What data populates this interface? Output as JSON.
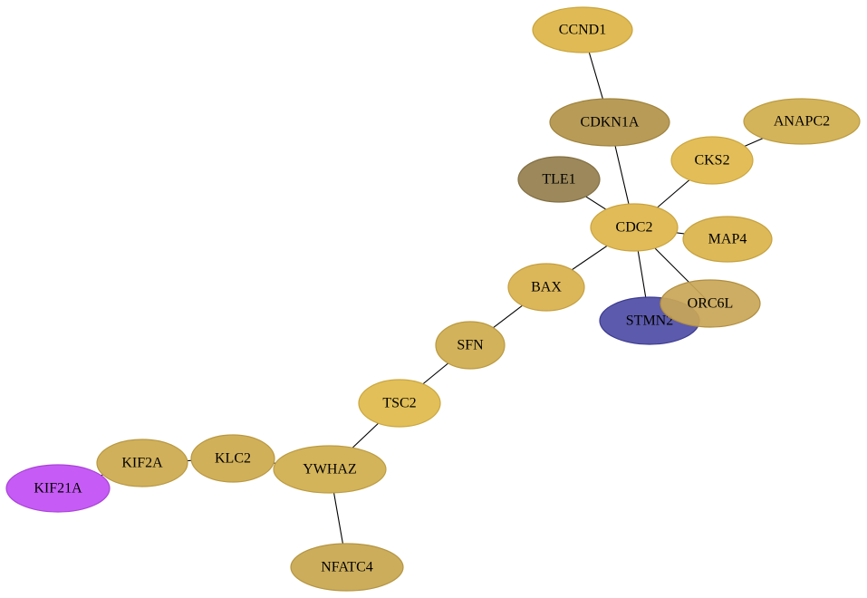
{
  "graph": {
    "nodes": [
      {
        "id": "CCND1",
        "label": "CCND1",
        "fill": "#e0bb55",
        "stroke": "#c9a43c"
      },
      {
        "id": "CDKN1A",
        "label": "CDKN1A",
        "fill": "#b89b57",
        "stroke": "#9f843f"
      },
      {
        "id": "ANAPC2",
        "label": "ANAPC2",
        "fill": "#d4b45a",
        "stroke": "#bc9c42"
      },
      {
        "id": "CKS2",
        "label": "CKS2",
        "fill": "#e3be58",
        "stroke": "#cba63f"
      },
      {
        "id": "TLE1",
        "label": "TLE1",
        "fill": "#9c885a",
        "stroke": "#827044"
      },
      {
        "id": "CDC2",
        "label": "CDC2",
        "fill": "#e1bb57",
        "stroke": "#c9a33f"
      },
      {
        "id": "MAP4",
        "label": "MAP4",
        "fill": "#ddb958",
        "stroke": "#c5a140"
      },
      {
        "id": "BAX",
        "label": "BAX",
        "fill": "#dcb75a",
        "stroke": "#c49f42"
      },
      {
        "id": "STMN2",
        "label": "STMN2",
        "fill": "#5c5aac",
        "stroke": "#3e3c90"
      },
      {
        "id": "ORC6L",
        "label": "ORC6L",
        "fill": "#c9a657",
        "stroke": "#b08e40",
        "opacity": 0.92
      },
      {
        "id": "SFN",
        "label": "SFN",
        "fill": "#d2b25a",
        "stroke": "#ba9a42"
      },
      {
        "id": "TSC2",
        "label": "TSC2",
        "fill": "#e2bf58",
        "stroke": "#caa740"
      },
      {
        "id": "YWHAZ",
        "label": "YWHAZ",
        "fill": "#d4b45a",
        "stroke": "#bc9c42"
      },
      {
        "id": "KLC2",
        "label": "KLC2",
        "fill": "#d1b05a",
        "stroke": "#b99842"
      },
      {
        "id": "KIF2A",
        "label": "KIF2A",
        "fill": "#d0b05a",
        "stroke": "#b89842"
      },
      {
        "id": "KIF21A",
        "label": "KIF21A",
        "fill": "#c65cf5",
        "stroke": "#a844d6"
      },
      {
        "id": "NFATC4",
        "label": "NFATC4",
        "fill": "#ccad5b",
        "stroke": "#b49543"
      }
    ],
    "edges": [
      {
        "source": "CCND1",
        "target": "CDKN1A"
      },
      {
        "source": "CDKN1A",
        "target": "CDC2"
      },
      {
        "source": "ANAPC2",
        "target": "CKS2"
      },
      {
        "source": "CKS2",
        "target": "CDC2"
      },
      {
        "source": "TLE1",
        "target": "CDC2"
      },
      {
        "source": "CDC2",
        "target": "MAP4"
      },
      {
        "source": "CDC2",
        "target": "BAX"
      },
      {
        "source": "CDC2",
        "target": "STMN2"
      },
      {
        "source": "CDC2",
        "target": "ORC6L"
      },
      {
        "source": "BAX",
        "target": "SFN"
      },
      {
        "source": "SFN",
        "target": "TSC2"
      },
      {
        "source": "TSC2",
        "target": "YWHAZ"
      },
      {
        "source": "YWHAZ",
        "target": "KLC2"
      },
      {
        "source": "YWHAZ",
        "target": "NFATC4"
      },
      {
        "source": "KLC2",
        "target": "KIF2A"
      },
      {
        "source": "KIF2A",
        "target": "KIF21A"
      }
    ]
  }
}
